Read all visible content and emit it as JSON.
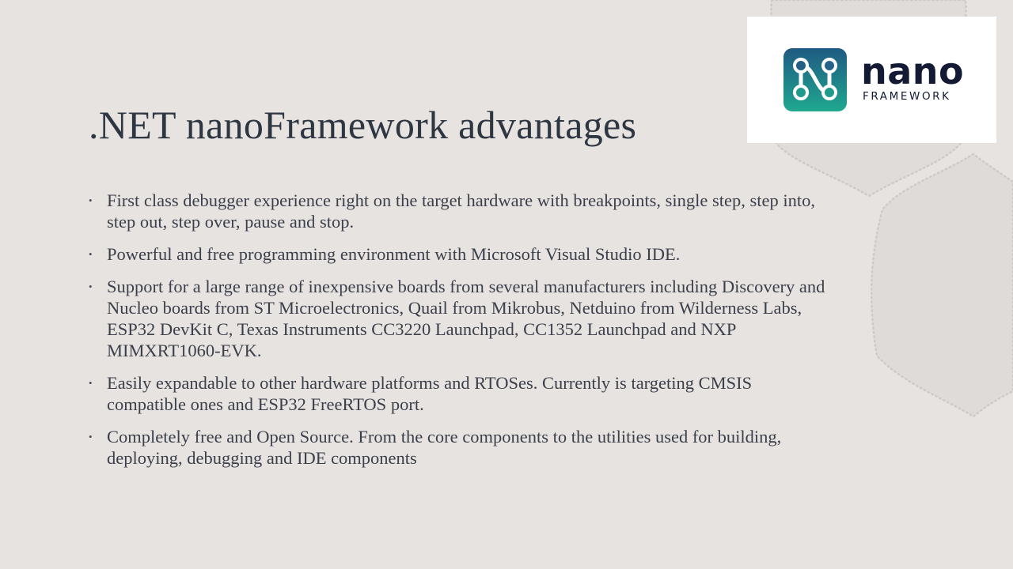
{
  "slide": {
    "title": ".NET nanoFramework advantages",
    "bullets": [
      "First class debugger experience right on the target hardware with breakpoints, single step, step into, step out, step over, pause and stop.",
      "Powerful and free programming environment with Microsoft Visual Studio IDE.",
      "Support for a large range of inexpensive boards from several manufacturers including Discovery and Nucleo boards from ST Microelectronics, Quail from Mikrobus, Netduino from Wilderness Labs, ESP32 DevKit C, Texas Instruments CC3220 Launchpad, CC1352 Launchpad and NXP MIMXRT1060-EVK.",
      "Easily expandable to other hardware platforms and RTOSes. Currently is targeting CMSIS compatible ones and ESP32 FreeRTOS port.",
      "Completely free and Open Source. From the core components to the utilities used for building, deploying, debugging and IDE components"
    ],
    "bullet_glyph": "•"
  },
  "logo": {
    "word": "nano",
    "sub": "FRAMEWORK",
    "icon": "nanoframework-logo-icon"
  },
  "colors": {
    "background": "#e7e3e0",
    "title": "#2e3642",
    "body_text": "#3b3f4a",
    "logo_text": "#141a34",
    "logo_gradient_top": "#1f5a82",
    "logo_gradient_bottom": "#1fa890"
  }
}
